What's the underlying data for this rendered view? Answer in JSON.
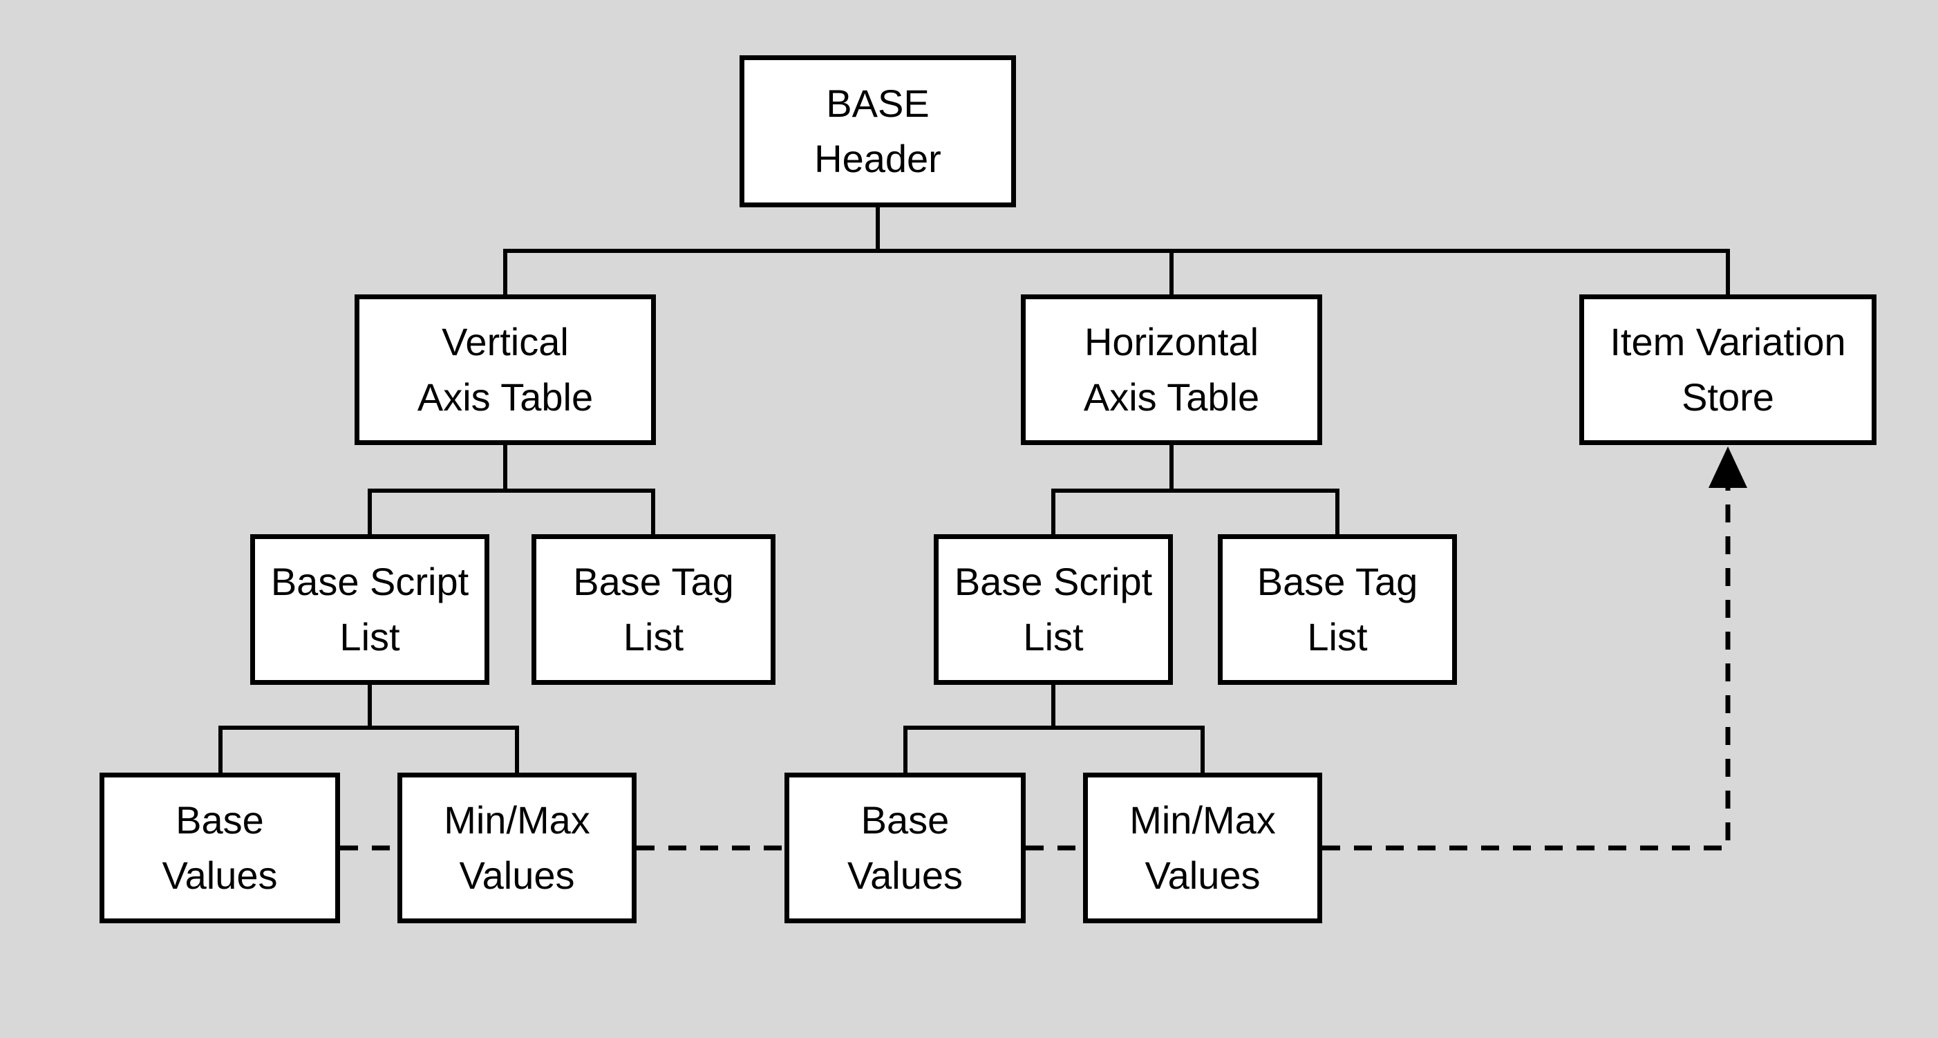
{
  "diagram": {
    "background_color": "#d8d8d8",
    "box_fill_color": "#ffffff",
    "line_color": "#000000",
    "nodes": {
      "base_header": {
        "label": "BASE\nHeader"
      },
      "vertical_axis_table": {
        "label": "Vertical\nAxis Table"
      },
      "horizontal_axis_table": {
        "label": "Horizontal\nAxis Table"
      },
      "item_variation_store": {
        "label": "Item Variation\nStore"
      },
      "v_base_script_list": {
        "label": "Base Script\nList"
      },
      "v_base_tag_list": {
        "label": "Base Tag\nList"
      },
      "h_base_script_list": {
        "label": "Base Script\nList"
      },
      "h_base_tag_list": {
        "label": "Base Tag\nList"
      },
      "v_base_values": {
        "label": "Base\nValues"
      },
      "v_minmax_values": {
        "label": "Min/Max\nValues"
      },
      "h_base_values": {
        "label": "Base\nValues"
      },
      "h_minmax_values": {
        "label": "Min/Max\nValues"
      }
    },
    "edges": {
      "solid": [
        {
          "from": "BASE Header",
          "to": "Vertical Axis Table"
        },
        {
          "from": "BASE Header",
          "to": "Horizontal Axis Table"
        },
        {
          "from": "BASE Header",
          "to": "Item Variation Store"
        },
        {
          "from": "Vertical Axis Table",
          "to": "Base Script List (left)"
        },
        {
          "from": "Vertical Axis Table",
          "to": "Base Tag List (left)"
        },
        {
          "from": "Horizontal Axis Table",
          "to": "Base Script List (right)"
        },
        {
          "from": "Horizontal Axis Table",
          "to": "Base Tag List (right)"
        },
        {
          "from": "Base Script List (left)",
          "to": "Base Values (left)"
        },
        {
          "from": "Base Script List (left)",
          "to": "Min/Max Values (left)"
        },
        {
          "from": "Base Script List (right)",
          "to": "Base Values (right)"
        },
        {
          "from": "Base Script List (right)",
          "to": "Min/Max Values (right)"
        }
      ],
      "dashed": [
        {
          "from": "Base Values (left)",
          "to": "Min/Max Values (left)"
        },
        {
          "from": "Min/Max Values (left)",
          "to": "Base Values (right)"
        },
        {
          "from": "Base Values (right)",
          "to": "Min/Max Values (right)"
        },
        {
          "from": "Min/Max Values (right)",
          "to": "Item Variation Store",
          "arrow": "up"
        }
      ]
    }
  }
}
